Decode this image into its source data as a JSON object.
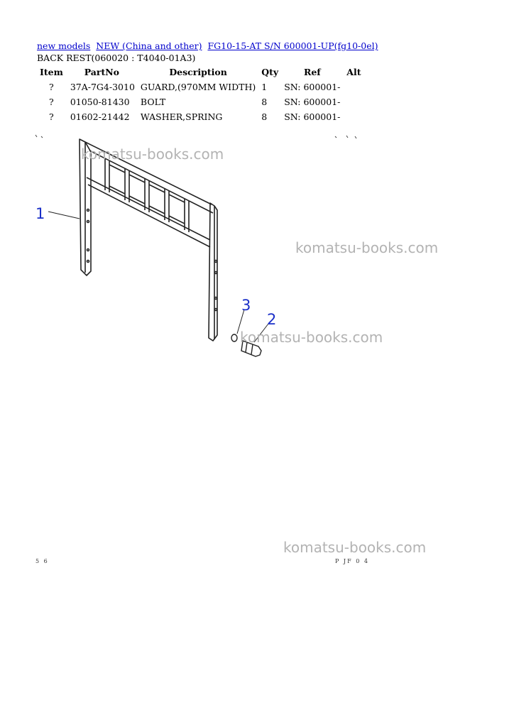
{
  "breadcrumb": [
    {
      "label": "new models"
    },
    {
      "label": "NEW (China and other)"
    },
    {
      "label": "FG10-15-AT S/N 600001-UP(fg10-0el)"
    }
  ],
  "section_title": "BACK REST(060020 : T4040-01A3)",
  "table": {
    "headers": [
      "Item",
      "PartNo",
      "Description",
      "Qty",
      "Ref",
      "Alt"
    ],
    "rows": [
      {
        "item": "?",
        "partno": "37A-7G4-3010",
        "description": "GUARD,(970MM WIDTH)",
        "qty": "1",
        "ref": "SN: 600001-",
        "alt": ""
      },
      {
        "item": "?",
        "partno": "01050-81430",
        "description": "BOLT",
        "qty": "8",
        "ref": "SN: 600001-",
        "alt": ""
      },
      {
        "item": "?",
        "partno": "01602-21442",
        "description": "WASHER,SPRING",
        "qty": "8",
        "ref": "SN: 600001-",
        "alt": ""
      }
    ]
  },
  "diagram": {
    "callouts": [
      "1",
      "2",
      "3"
    ],
    "watermark": "komatsu-books.com",
    "corner_bottom_left": "5 6",
    "corner_bottom_right": "P JF 0 4"
  },
  "colors": {
    "link": "#0000cc",
    "callout": "#1a2fc8",
    "watermark": "#b3b3b3"
  }
}
